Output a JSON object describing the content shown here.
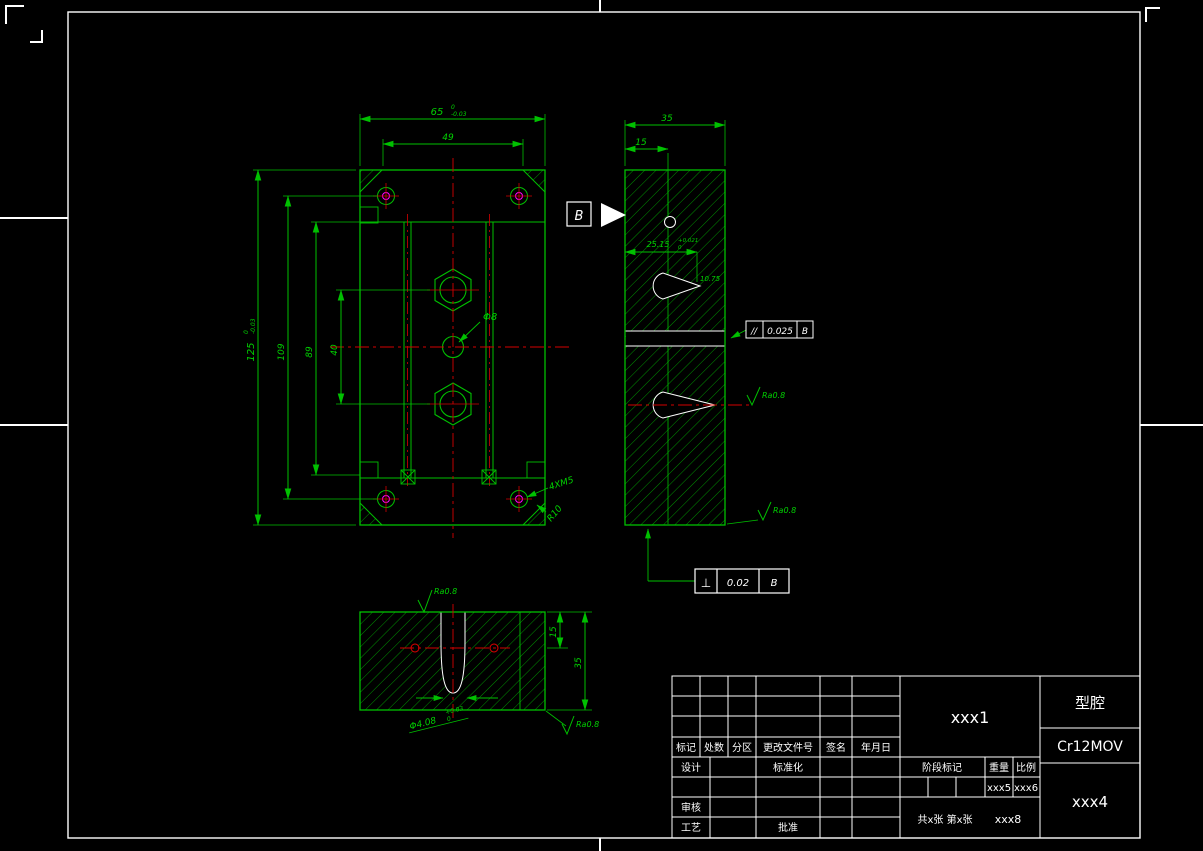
{
  "colors": {
    "background": "#000000",
    "line_primary": "#00c000",
    "hatch": "#00a000",
    "centerline": "#d40000",
    "frame_line": "#ffffff",
    "highlight": "#ff00ff"
  },
  "front_view": {
    "width": {
      "value": "65",
      "tol_upper": "0",
      "tol_lower": "-0.03"
    },
    "inner_width": "49",
    "height": {
      "value": "125",
      "tol_upper": "0",
      "tol_lower": "-0.03"
    },
    "dim_109": "109",
    "dim_89": "89",
    "dim_40": "40",
    "hole_dia": "Φ8",
    "thread_note": "4XM5",
    "radius_note": "R10"
  },
  "side_view": {
    "depth": "35",
    "step": "15",
    "bore": {
      "value": "25.15",
      "tol_upper": "+0.021",
      "tol_lower": "0"
    },
    "tip": "10.75",
    "section_label": "B",
    "parallelism": {
      "symbol": "//",
      "value": "0.025",
      "datum": "B"
    },
    "ra_mid": "Ra0.8",
    "ra_bottom": "Ra0.8"
  },
  "perpendicularity": {
    "symbol": "⊥",
    "value": "0.02",
    "datum": "B"
  },
  "bottom_view": {
    "depth_15": "15",
    "depth_35": "35",
    "hole": {
      "value": "Φ4.08",
      "tol_upper": "+0.03",
      "tol_lower": "0"
    },
    "ra_top": "Ra0.8",
    "ra_bottom": "Ra0.8"
  },
  "title_block": {
    "headers": [
      "标记",
      "处数",
      "分区",
      "更改文件号",
      "签名",
      "年月日"
    ],
    "design": "设计",
    "standardization": "标准化",
    "check": "审核",
    "process": "工艺",
    "approve": "批准",
    "part_code": "xxx1",
    "part_name": "型腔",
    "material": "Cr12MOV",
    "drawing_no": "xxx4",
    "stage_label": "阶段标记",
    "weight_label": "重量",
    "scale_label": "比例",
    "weight_value": "xxx5",
    "scale_value": "xxx6",
    "sheet_label": "共x张 第x张",
    "sheet_value": "xxx8"
  }
}
